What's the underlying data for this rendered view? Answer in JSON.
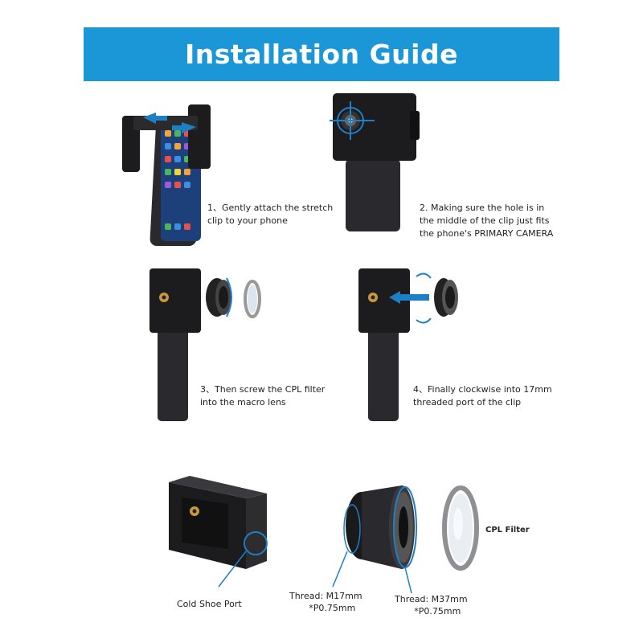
{
  "header": {
    "title": "Installation  Guide"
  },
  "steps": [
    {
      "line1": "1、Gently attach the stretch",
      "line2": "clip to your phone"
    },
    {
      "line1": "2. Making sure the hole is in",
      "line2": "the middle of the clip just fits",
      "line3": "the phone's PRIMARY CAMERA"
    },
    {
      "line1": "3、Then screw the CPL filter",
      "line2": "into the macro lens"
    },
    {
      "line1": "4、Finally clockwise into 17mm",
      "line2": "threaded port of the clip"
    }
  ],
  "parts": {
    "cold_shoe": "Cold Shoe Port",
    "thread_m17_line1": "Thread: M17mm",
    "thread_m17_line2": "*P0.75mm",
    "thread_m37_line1": "Thread: M37mm",
    "thread_m37_line2": "*P0.75mm",
    "cpl_filter": "CPL Filter"
  },
  "colors": {
    "banner": "#1b96d6",
    "accent_blue": "#1f7fc4",
    "clip_black": "#1c1c1e"
  }
}
